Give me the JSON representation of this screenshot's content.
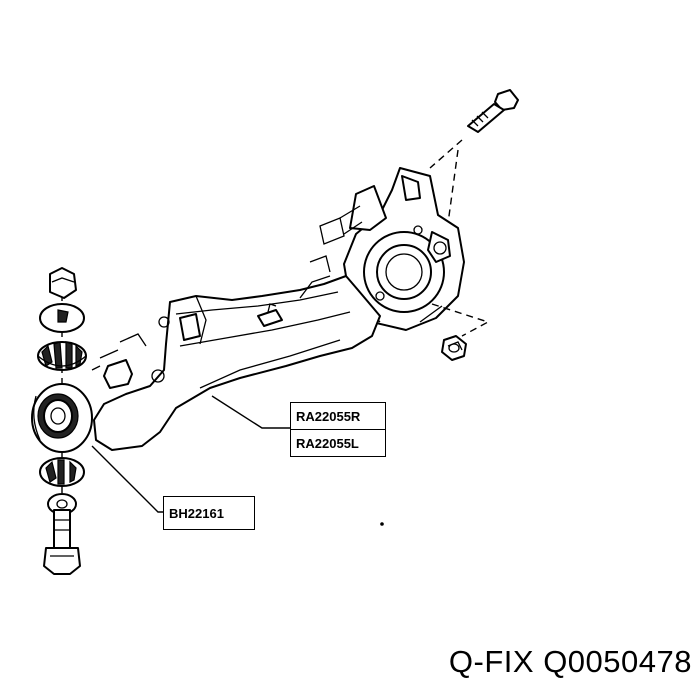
{
  "diagram": {
    "callouts": {
      "arm_right": "RA22055R",
      "arm_left": "RA22055L",
      "bushing": "BH22161"
    },
    "footer": "Q-FIX Q0050478"
  },
  "colors": {
    "line": "#000000",
    "background": "#ffffff"
  }
}
